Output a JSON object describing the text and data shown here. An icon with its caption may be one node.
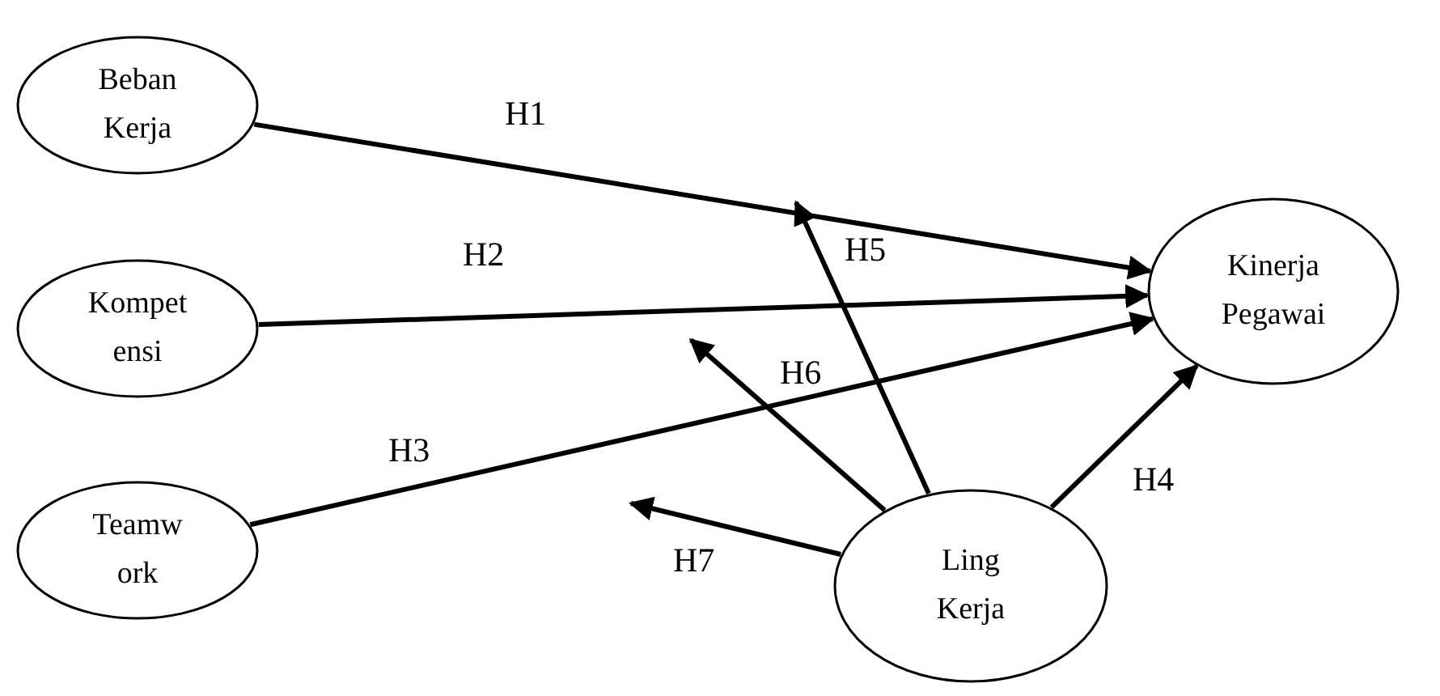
{
  "diagram": {
    "nodes": [
      {
        "text": [
          "Beban Kerja"
        ]
      },
      {
        "text": [
          "Kompet ensi"
        ]
      },
      {
        "text": [
          "Teamw ork"
        ]
      },
      {
        "text": [
          "Kinerja Pegawai"
        ]
      },
      {
        "text": [
          "Ling Kerja"
        ]
      }
    ],
    "edges": [
      {
        "from": 0,
        "to": 3,
        "arrow": "to",
        "label": "H1"
      },
      {
        "from": 1,
        "to": 3,
        "arrow": "to",
        "label": "H2"
      },
      {
        "from": 2,
        "to": 3,
        "arrow": "to",
        "label": "H3"
      },
      {
        "from": 4,
        "to": 3,
        "arrow": "to",
        "label": "H4"
      },
      {
        "from": 4,
        "to": null,
        "arrow": "to",
        "label": "H5"
      },
      {
        "from": 4,
        "to": null,
        "arrow": "to",
        "label": "H6"
      },
      {
        "from": 4,
        "to": null,
        "arrow": "to",
        "label": "H7"
      }
    ]
  }
}
